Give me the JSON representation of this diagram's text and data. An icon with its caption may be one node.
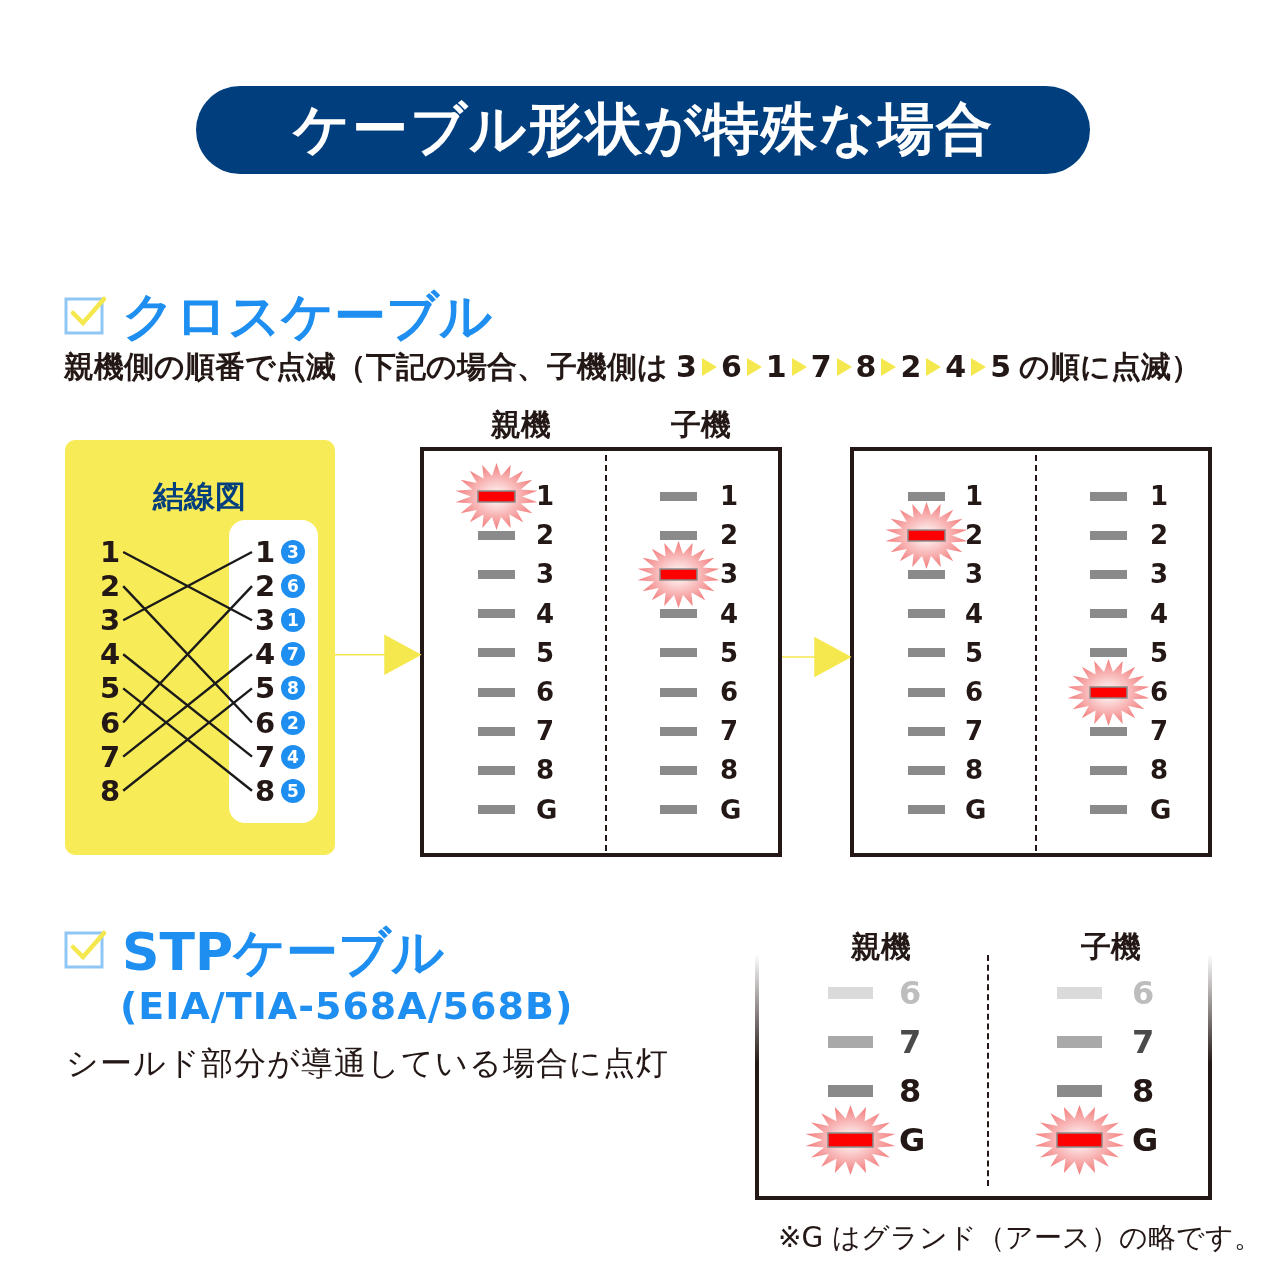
{
  "diagram": {
    "title": "ケーブル形状が特殊な場合",
    "nodes": [
      {
        "text": [
          "結線図"
        ]
      },
      {
        "text": [
          "1"
        ],
        "in": 0
      },
      {
        "text": [
          "2"
        ],
        "in": 0
      },
      {
        "text": [
          "3"
        ],
        "in": 0
      },
      {
        "text": [
          "4"
        ],
        "in": 0
      },
      {
        "text": [
          "5"
        ],
        "in": 0
      },
      {
        "text": [
          "6"
        ],
        "in": 0
      },
      {
        "text": [
          "7"
        ],
        "in": 0
      },
      {
        "text": [
          "8"
        ],
        "in": 0
      },
      {
        "text": [],
        "shape": "box",
        "in": 0
      },
      {
        "text": [
          "1"
        ],
        "in": 9
      },
      {
        "text": [
          "2"
        ],
        "in": 9
      },
      {
        "text": [
          "3"
        ],
        "in": 9
      },
      {
        "text": [
          "4"
        ],
        "in": 9
      },
      {
        "text": [
          "5"
        ],
        "in": 9
      },
      {
        "text": [
          "6"
        ],
        "in": 9
      },
      {
        "text": [
          "7"
        ],
        "in": 9
      },
      {
        "text": [
          "8"
        ],
        "in": 9
      },
      {
        "text": [
          "3"
        ],
        "in": 9
      },
      {
        "text": [
          "6"
        ],
        "in": 9
      },
      {
        "text": [
          "1"
        ],
        "in": 9
      },
      {
        "text": [
          "7"
        ],
        "in": 9
      },
      {
        "text": [
          "8"
        ],
        "in": 9
      },
      {
        "text": [
          "2"
        ],
        "in": 9
      },
      {
        "text": [
          "4"
        ],
        "in": 9
      },
      {
        "text": [
          "5"
        ],
        "in": 9
      },
      {
        "text": [
          "親機",
          "子機",
          "1",
          "2",
          "3",
          "4",
          "5",
          "6",
          "7",
          "8",
          "G",
          "1",
          "2",
          "3",
          "4",
          "5",
          "6",
          "7",
          "8",
          "G"
        ]
      },
      {
        "text": [
          "1",
          "2",
          "3",
          "4",
          "5",
          "6",
          "7",
          "8",
          "G",
          "1",
          "2",
          "3",
          "4",
          "5",
          "6",
          "7",
          "8",
          "G"
        ]
      },
      {
        "text": [
          "親機",
          "子機",
          "6",
          "7",
          "8",
          "G",
          "6",
          "7",
          "8",
          "G"
        ]
      }
    ],
    "edges": [
      {
        "from": 1,
        "to": 12,
        "arrow": "none"
      },
      {
        "from": 2,
        "to": 15,
        "arrow": "none"
      },
      {
        "from": 3,
        "to": 10,
        "arrow": "none"
      },
      {
        "from": 4,
        "to": 16,
        "arrow": "none"
      },
      {
        "from": 5,
        "to": 17,
        "arrow": "none"
      },
      {
        "from": 6,
        "to": 11,
        "arrow": "none"
      },
      {
        "from": 7,
        "to": 13,
        "arrow": "none"
      },
      {
        "from": 8,
        "to": 14,
        "arrow": "none"
      },
      {
        "from": 0,
        "to": 26,
        "arrow": "to",
        "color": "#f5e84e"
      },
      {
        "from": 26,
        "to": 27,
        "arrow": "to",
        "color": "#f5e84e"
      }
    ],
    "labels": [
      "クロスケーブル",
      "親機側の順番で点滅（下記の場合、子機側は",
      "3",
      "6",
      "1",
      "7",
      "8",
      "2",
      "4",
      "5",
      "の順に点滅）",
      "STPケーブル",
      "(EIA/TIA-568A/568B)",
      "シールド部分が導通している場合に点灯",
      "※G はグランド（アース）の略です。"
    ]
  }
}
